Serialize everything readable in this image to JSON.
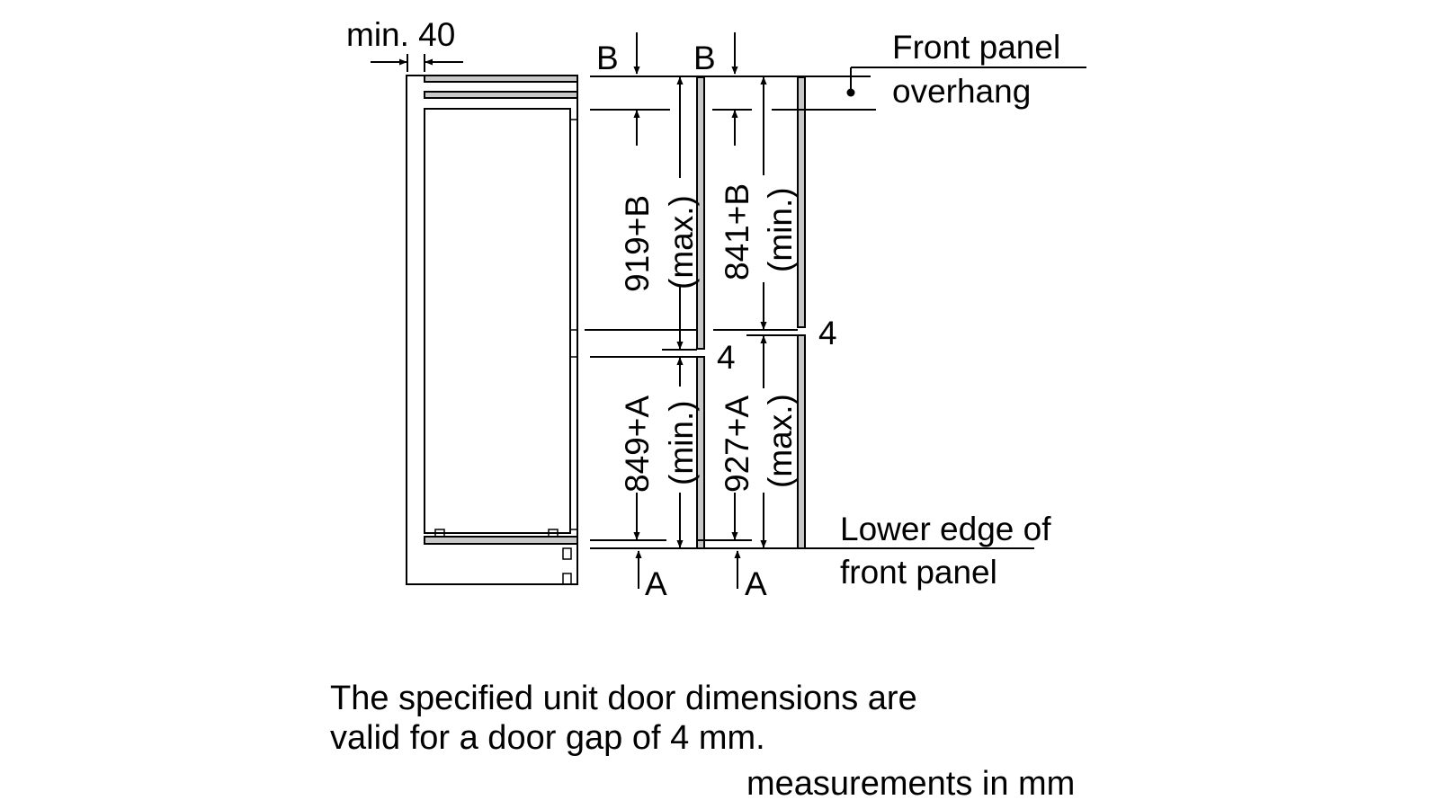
{
  "labels": {
    "min_gap": "min. 40",
    "b_left": "B",
    "b_right": "B",
    "front_panel_overhang_line1": "Front panel",
    "front_panel_overhang_line2": "overhang",
    "upper_max_value": "919+B",
    "upper_max_qualifier": "(max.)",
    "upper_min_value": "841+B",
    "upper_min_qualifier": "(min.)",
    "lower_min_value": "849+A",
    "lower_min_qualifier": "(min.)",
    "lower_max_value": "927+A",
    "lower_max_qualifier": "(max.)",
    "gap_left": "4",
    "gap_right": "4",
    "a_left": "A",
    "a_right": "A",
    "lower_edge_line1": "Lower edge of",
    "lower_edge_line2": "front panel"
  },
  "notes": {
    "door_gap_line1": "The specified unit door dimensions are",
    "door_gap_line2": "valid for a door gap of 4 mm.",
    "units": "measurements in mm"
  }
}
